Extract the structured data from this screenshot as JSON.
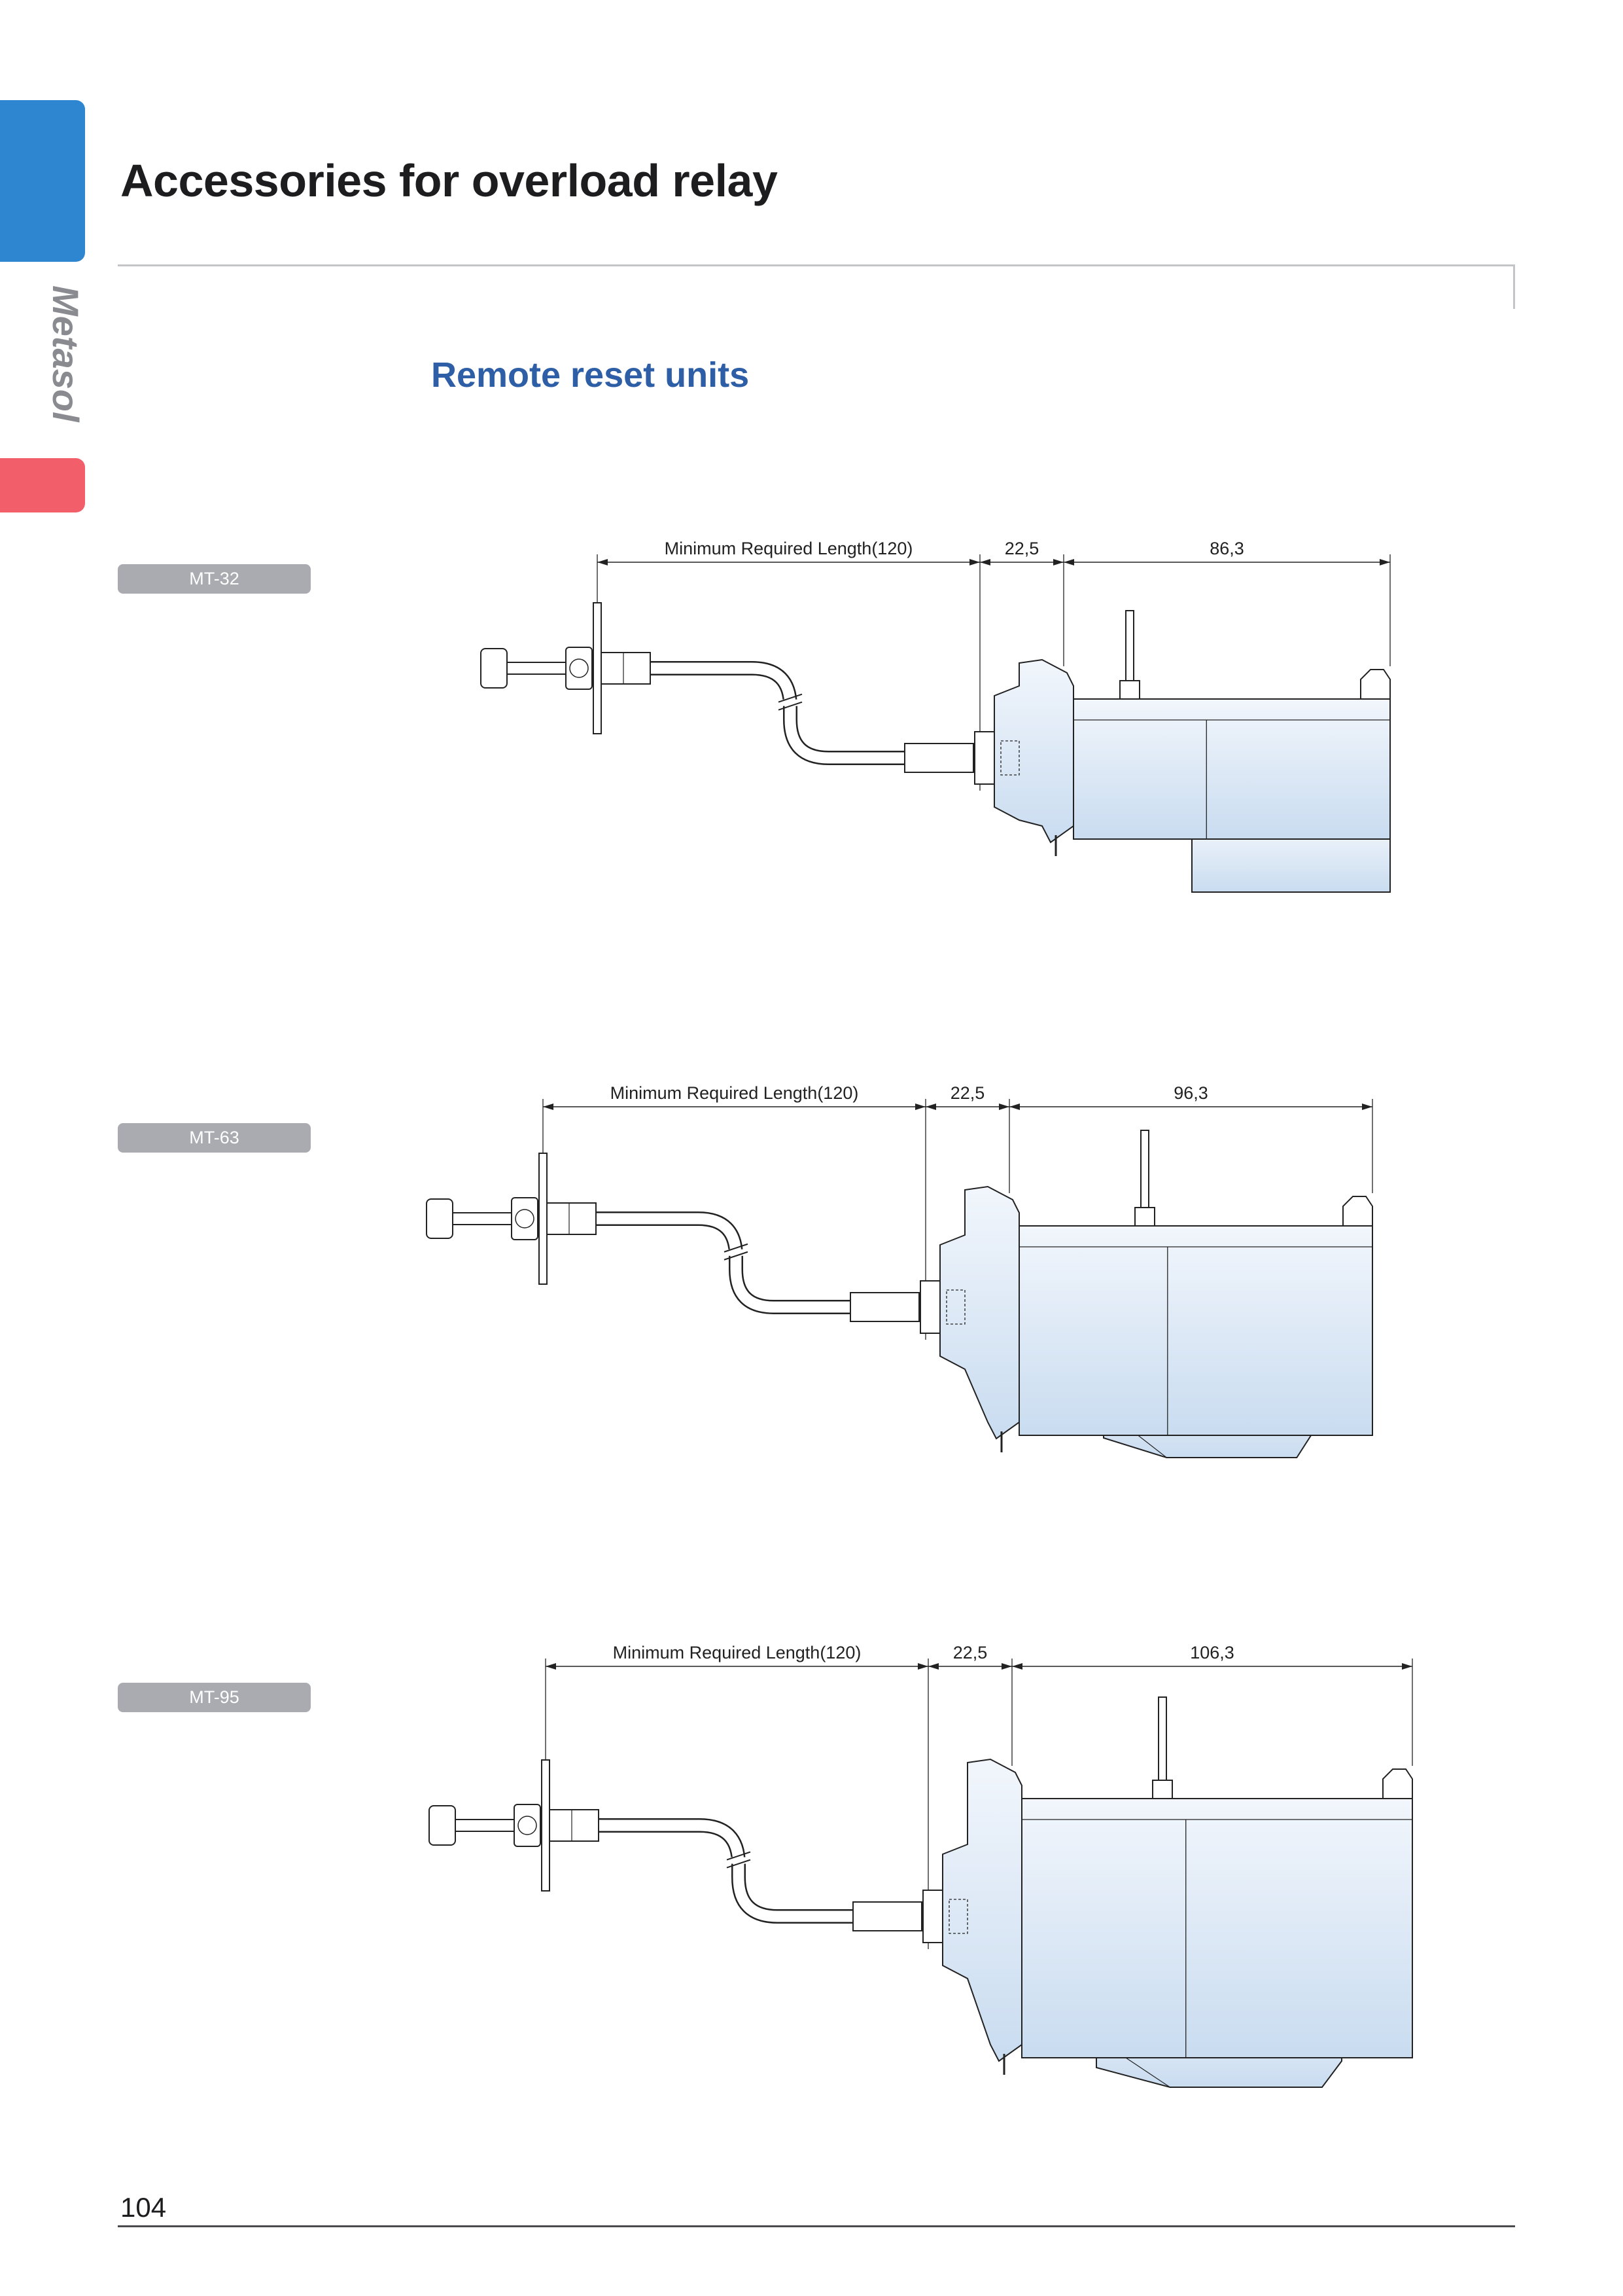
{
  "header": {
    "title": "Accessories for overload relay",
    "side_brand": "Metasol"
  },
  "section": {
    "title": "Remote reset units"
  },
  "diagrams": [
    {
      "model": "MT-32",
      "dim_min_length": "Minimum Required Length(120)",
      "dim_a": "22,5",
      "dim_b": "86,3"
    },
    {
      "model": "MT-63",
      "dim_min_length": "Minimum Required Length(120)",
      "dim_a": "22,5",
      "dim_b": "96,3"
    },
    {
      "model": "MT-95",
      "dim_min_length": "Minimum Required Length(120)",
      "dim_a": "22,5",
      "dim_b": "106,3"
    }
  ],
  "footer": {
    "page_number": "104"
  },
  "colors": {
    "accent_blue": "#2f86d0",
    "accent_red": "#f25e6a",
    "title_blue": "#2e5fa6",
    "badge_gray": "#a9abb0",
    "body_fill_light": "#f2f6fc",
    "body_fill_dark": "#c9dcf0"
  }
}
